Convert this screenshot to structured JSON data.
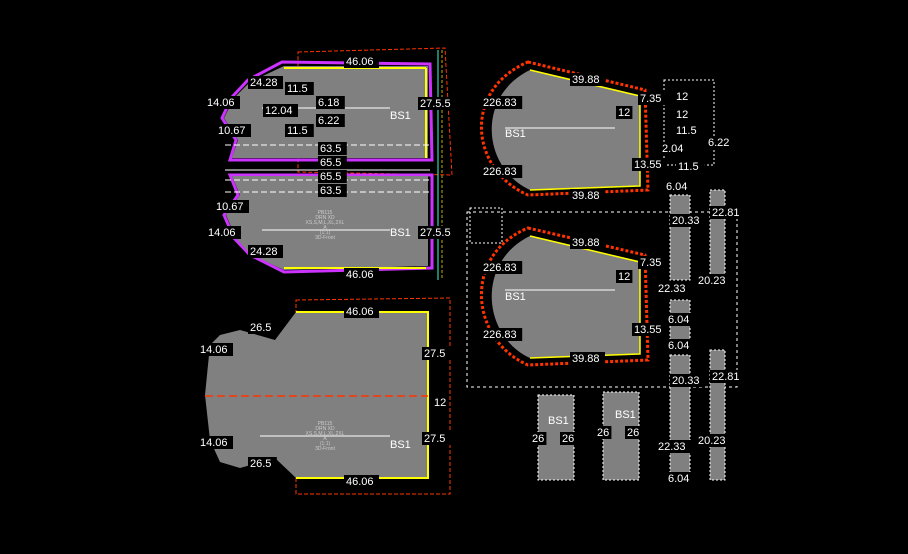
{
  "canvas": {
    "title": "Pattern marker layout"
  },
  "colors": {
    "background": "#000000",
    "piece": "#808080",
    "seam_red": "#ff3300",
    "seam_yellow": "#ffff00",
    "seam_magenta": "#cc33ff",
    "seam_cyan": "#33ffcc"
  },
  "piece_name": "BS1",
  "piece_info": [
    "PB115",
    "DRN XD",
    "XS,S,M,L,XL,2XL",
    "A",
    "(1:1)",
    "3D-Front"
  ],
  "labels": [
    "46.06",
    "24.28",
    "14.06",
    "11.5",
    "6.18",
    "12.04",
    "6.22",
    "11.5",
    "10.67",
    "27.5.5",
    "63.5",
    "65.5",
    "65.5",
    "63.5",
    "10.67",
    "14.06",
    "24.28",
    "27.5.5",
    "46.06",
    "46.06",
    "26.5",
    "14.06",
    "27.5",
    "12",
    "27.5",
    "14.06",
    "26.5",
    "46.06",
    "39.88",
    "226.83",
    "12",
    "7.35",
    "226.83",
    "13.55",
    "39.88",
    "39.88",
    "226.83",
    "12",
    "7.35",
    "226.83",
    "13.55",
    "39.88",
    "12",
    "12",
    "11.5",
    "6.22",
    "2.04",
    "11.5",
    "6.04",
    "22.81",
    "20.33",
    "22.33",
    "20.23",
    "6.04",
    "6.04",
    "22.81",
    "20.33",
    "22.33",
    "20.23",
    "6.04",
    "26",
    "26",
    "26",
    "26"
  ]
}
